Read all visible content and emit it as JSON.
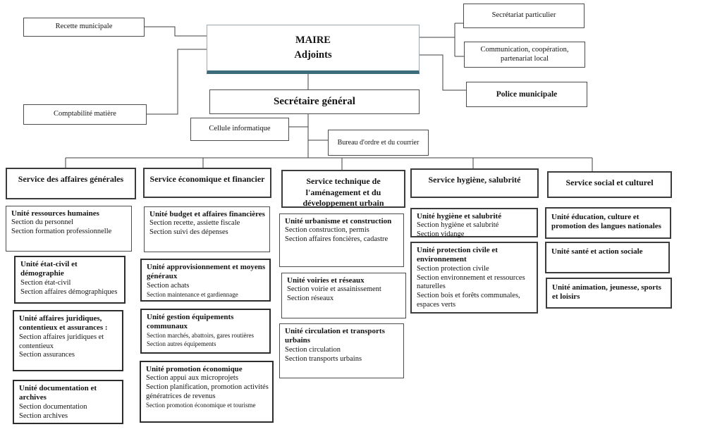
{
  "colors": {
    "accent_bar": "#3c6b7c",
    "line": "#3f3f3f",
    "border": "#4c4c4c"
  },
  "top": {
    "recette": "Recette municipale",
    "comptabilite": "Comptabilité matière",
    "maire_title": "MAIRE",
    "maire_subtitle": "Adjoints",
    "secretariat": "Secrétariat particulier",
    "communication": "Communication, coopération, partenariat local",
    "police": "Police municipale",
    "secretaire_general": "Secrétaire général",
    "cellule": "Cellule informatique",
    "bureau": "Bureau d'ordre et du courrier"
  },
  "services": [
    {
      "header": "Service des affaires générales",
      "units": [
        {
          "title": "Unité ressources humaines",
          "sections": [
            "Section du personnel",
            "Section formation professionnelle"
          ]
        },
        {
          "title": "Unité état-civil et démographie",
          "sections": [
            "Section état-civil",
            "Section affaires démographiques"
          ]
        },
        {
          "title": "Unité affaires juridiques, contentieux et assurances :",
          "sections": [
            "Section affaires juridiques et contentieux",
            "Section assurances"
          ]
        },
        {
          "title": "Unité documentation et archives",
          "sections": [
            "Section documentation",
            "Section archives"
          ]
        }
      ]
    },
    {
      "header": "Service économique et financier",
      "units": [
        {
          "title": "Unité budget et affaires financières",
          "sections": [
            "Section recette, assiette fiscale",
            "Section suivi des dépenses"
          ]
        },
        {
          "title": "Unité approvisionnement et moyens généraux",
          "sections": [
            "Section achats",
            "Section maintenance et gardiennage"
          ]
        },
        {
          "title": "Unité gestion équipements communaux",
          "sections": [
            "Section marchés, abattoirs, gares routières",
            "Section autres équipements"
          ]
        },
        {
          "title": "Unité promotion économique",
          "sections": [
            "Section appui aux microprojets",
            "Section planification, promotion activités génératrices de revenus",
            "Section promotion économique et tourisme"
          ]
        }
      ]
    },
    {
      "header": "Service technique de l'aménagement et du développement urbain",
      "units": [
        {
          "title": "Unité urbanisme et construction",
          "sections": [
            "Section construction, permis",
            "Section affaires foncières, cadastre"
          ]
        },
        {
          "title": "Unité voiries et réseaux",
          "sections": [
            "Section voirie et assainissement",
            "Section réseaux"
          ]
        },
        {
          "title": "Unité circulation et transports urbains",
          "sections": [
            "Section circulation",
            "Section transports urbains"
          ]
        }
      ]
    },
    {
      "header": "Service hygiène, salubrité",
      "units": [
        {
          "title": "Unité hygiène et salubrité",
          "sections": [
            "Section hygiène et salubrité",
            "Section vidange"
          ]
        },
        {
          "title": "Unité protection civile et environnement",
          "sections": [
            "Section protection civile",
            "Section environnement et ressources naturelles",
            "Section bois et forêts communales, espaces verts"
          ]
        }
      ]
    },
    {
      "header": "Service social et culturel",
      "units": [
        {
          "title": "Unité éducation, culture et promotion des langues nationales",
          "sections": []
        },
        {
          "title": "Unité santé et action sociale",
          "sections": []
        },
        {
          "title": "Unité animation, jeunesse, sports et loisirs",
          "sections": []
        }
      ]
    }
  ]
}
